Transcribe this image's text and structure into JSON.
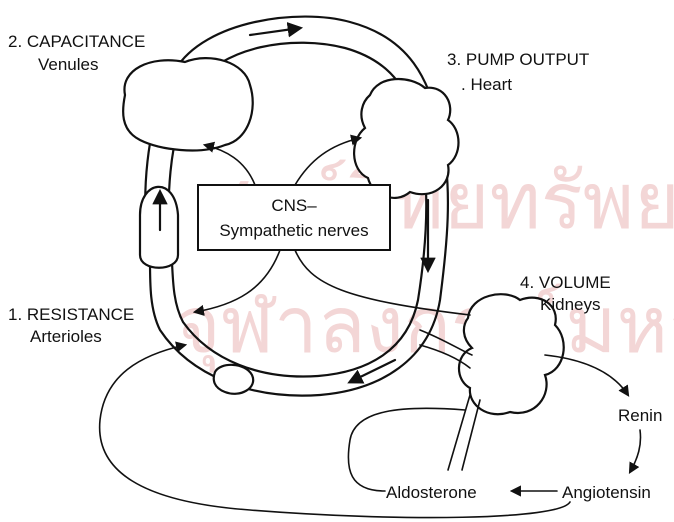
{
  "watermark": {
    "line1": "ศูนย์วิทยทรัพยากร",
    "line2": "จุฬาลงกรณ์มหาวิทยาลัย"
  },
  "labels": {
    "capacitance_title": "2. CAPACITANCE",
    "capacitance_sub": "Venules",
    "pump_title": "3. PUMP OUTPUT",
    "pump_sub": ". Heart",
    "resistance_title": "1. RESISTANCE",
    "resistance_sub": "Arterioles",
    "volume_title": "4. VOLUME",
    "volume_sub": "Kidneys",
    "cns_line1": "CNS–",
    "cns_line2": "Sympathetic nerves",
    "renin": "Renin",
    "angiotensin": "Angiotensin",
    "aldosterone": "Aldosterone"
  },
  "colors": {
    "ink": "#111111",
    "watermark": "#f3d6d6",
    "background": "#ffffff"
  }
}
